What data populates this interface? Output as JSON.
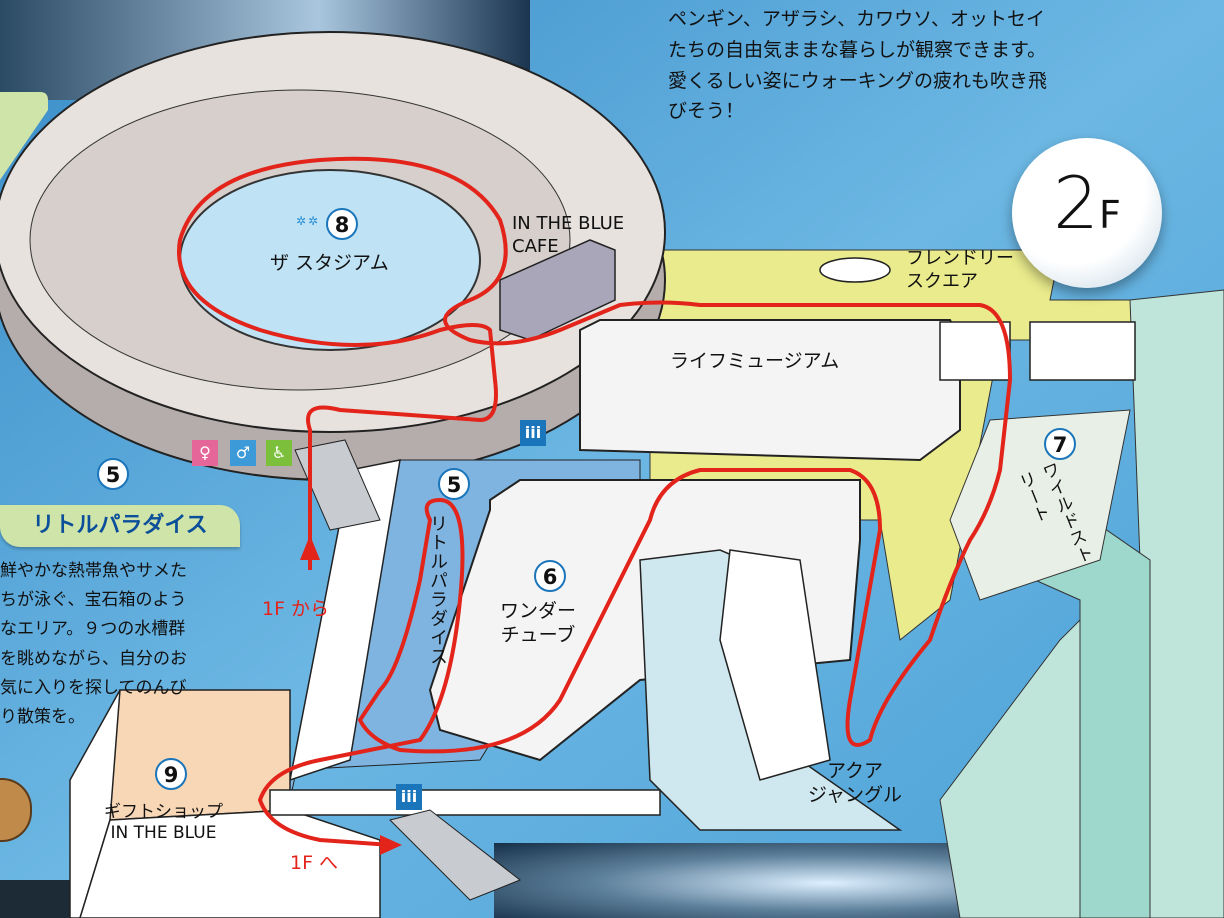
{
  "intro": {
    "lines": [
      "ペンギン、アザラシ、カワウソ、オットセイ",
      "たちの自由気ままな暮らしが観察できます。",
      "愛くるしい姿にウォーキングの疲れも吹き飛",
      "びそう！"
    ]
  },
  "floor": {
    "number": "2",
    "unit": "F"
  },
  "stadium": {
    "num": "8",
    "label": "ザ スタジアム"
  },
  "cafe": {
    "label": "IN THE BLUE\nCAFE",
    "l1": "IN THE BLUE",
    "l2": "CAFE"
  },
  "friendly": {
    "l1": "フレンドリー",
    "l2": "スクエア"
  },
  "life_museum": {
    "label": "ライフミュージアム"
  },
  "little_paradise": {
    "num": "5",
    "label": "リトルパラダイス",
    "vertical": "リトルパラダイス"
  },
  "wonder_tube": {
    "num": "6",
    "l1": "ワンダー",
    "l2": "チューブ"
  },
  "wild_street": {
    "num": "7",
    "label": "ワイルドストリート"
  },
  "aqua_jungle": {
    "l1": "アクア",
    "l2": "ジャングル"
  },
  "gift_shop": {
    "num": "9",
    "l1": "ギフトショップ",
    "l2": "IN THE BLUE"
  },
  "from_1f": "1F から",
  "to_1f": "1F へ",
  "paradise_title": "リトルパラダイス",
  "paradise_badge": "5",
  "paradise_desc": {
    "lines": [
      "鮮やかな熱帯魚やサメた",
      "ちが泳ぐ、宝石箱のよう",
      "なエリア。９つの水槽群",
      "を眺めながら、自分のお",
      "気に入りを探してのんび",
      "り散策を。"
    ]
  },
  "icons": [
    "female-restroom-icon",
    "male-restroom-icon",
    "wheelchair-icon",
    "elevator-icon"
  ],
  "colors": {
    "route": "#e3241b",
    "water": "#bfe2f5",
    "friendly": "#eaeb8c",
    "gift": "#f8d7b6",
    "paradise_path": "#7fb4e0"
  }
}
